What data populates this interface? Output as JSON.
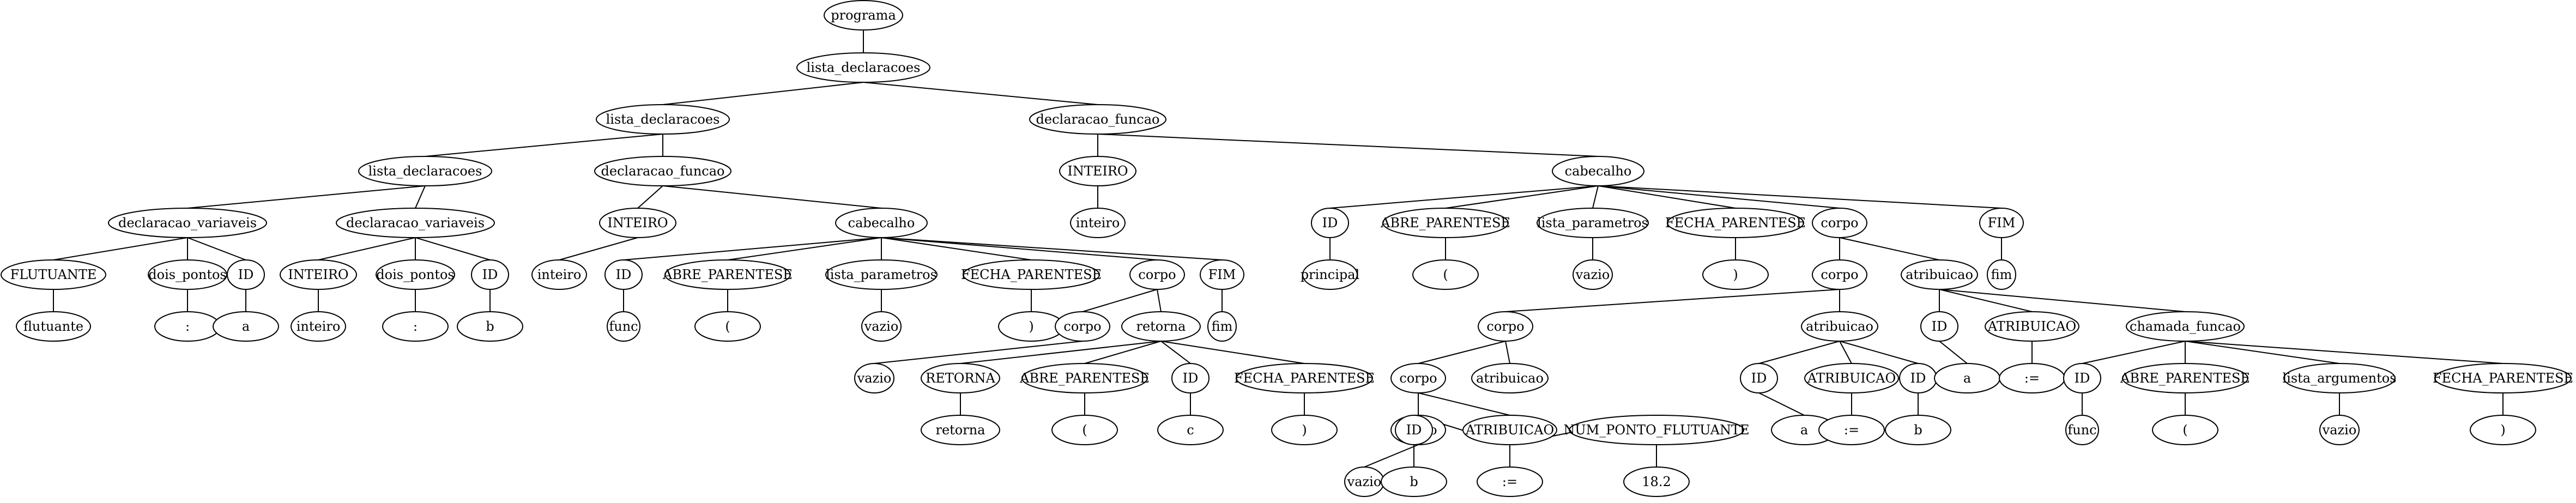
{
  "nodes": [
    {
      "id": 0,
      "label": "programa",
      "parent": null
    },
    {
      "id": 1,
      "label": "lista_declaracoes",
      "parent": 0
    },
    {
      "id": 2,
      "label": "lista_declaracoes",
      "parent": 1
    },
    {
      "id": 3,
      "label": "declaracao_funcao",
      "parent": 1
    },
    {
      "id": 4,
      "label": "lista_declaracoes",
      "parent": 2
    },
    {
      "id": 5,
      "label": "declaracao_funcao",
      "parent": 2
    },
    {
      "id": 6,
      "label": "INTEIRO",
      "parent": 3
    },
    {
      "id": 7,
      "label": "cabecalho",
      "parent": 3
    },
    {
      "id": 8,
      "label": "declaracao_variaveis",
      "parent": 4
    },
    {
      "id": 9,
      "label": "declaracao_variaveis",
      "parent": 4
    },
    {
      "id": 10,
      "label": "INTEIRO",
      "parent": 5
    },
    {
      "id": 11,
      "label": "cabecalho",
      "parent": 5
    },
    {
      "id": 12,
      "label": "inteiro",
      "parent": 6
    },
    {
      "id": 13,
      "label": "ID",
      "parent": 7
    },
    {
      "id": 14,
      "label": "ABRE_PARENTESE",
      "parent": 7
    },
    {
      "id": 15,
      "label": "lista_parametros",
      "parent": 7
    },
    {
      "id": 16,
      "label": "FECHA_PARENTESE",
      "parent": 7
    },
    {
      "id": 17,
      "label": "corpo",
      "parent": 7
    },
    {
      "id": 18,
      "label": "FIM",
      "parent": 7
    },
    {
      "id": 19,
      "label": "FLUTUANTE",
      "parent": 8
    },
    {
      "id": 20,
      "label": "dois_pontos",
      "parent": 8
    },
    {
      "id": 21,
      "label": "ID",
      "parent": 8
    },
    {
      "id": 22,
      "label": "INTEIRO",
      "parent": 9
    },
    {
      "id": 23,
      "label": "dois_pontos",
      "parent": 9
    },
    {
      "id": 24,
      "label": "ID",
      "parent": 9
    },
    {
      "id": 25,
      "label": "inteiro",
      "parent": 10
    },
    {
      "id": 26,
      "label": "ID",
      "parent": 11
    },
    {
      "id": 27,
      "label": "ABRE_PARENTESE",
      "parent": 11
    },
    {
      "id": 28,
      "label": "lista_parametros",
      "parent": 11
    },
    {
      "id": 29,
      "label": "FECHA_PARENTESE",
      "parent": 11
    },
    {
      "id": 30,
      "label": "corpo",
      "parent": 11
    },
    {
      "id": 31,
      "label": "FIM",
      "parent": 11
    },
    {
      "id": 32,
      "label": "principal",
      "parent": 13
    },
    {
      "id": 33,
      "label": "(",
      "parent": 14
    },
    {
      "id": 34,
      "label": "vazio",
      "parent": 15
    },
    {
      "id": 35,
      "label": ")",
      "parent": 16
    },
    {
      "id": 36,
      "label": "corpo",
      "parent": 17
    },
    {
      "id": 37,
      "label": "atribuicao",
      "parent": 17
    },
    {
      "id": 38,
      "label": "fim",
      "parent": 18
    },
    {
      "id": 39,
      "label": "flutuante",
      "parent": 19
    },
    {
      "id": 40,
      "label": ":",
      "parent": 20
    },
    {
      "id": 41,
      "label": "a",
      "parent": 21
    },
    {
      "id": 42,
      "label": "inteiro",
      "parent": 22
    },
    {
      "id": 43,
      "label": ":",
      "parent": 23
    },
    {
      "id": 44,
      "label": "b",
      "parent": 24
    },
    {
      "id": 45,
      "label": "func",
      "parent": 26
    },
    {
      "id": 46,
      "label": "(",
      "parent": 27
    },
    {
      "id": 47,
      "label": "vazio",
      "parent": 28
    },
    {
      "id": 48,
      "label": ")",
      "parent": 29
    },
    {
      "id": 49,
      "label": "corpo",
      "parent": 30
    },
    {
      "id": 50,
      "label": "retorna",
      "parent": 30
    },
    {
      "id": 51,
      "label": "fim",
      "parent": 31
    },
    {
      "id": 52,
      "label": "corpo",
      "parent": 36
    },
    {
      "id": 53,
      "label": "atribuicao",
      "parent": 36
    },
    {
      "id": 54,
      "label": "ID",
      "parent": 37
    },
    {
      "id": 55,
      "label": "ATRIBUICAO",
      "parent": 37
    },
    {
      "id": 56,
      "label": "chamada_funcao",
      "parent": 37
    },
    {
      "id": 57,
      "label": "vazio",
      "parent": 49
    },
    {
      "id": 58,
      "label": "RETORNA",
      "parent": 50
    },
    {
      "id": 59,
      "label": "ABRE_PARENTESE",
      "parent": 50
    },
    {
      "id": 60,
      "label": "ID",
      "parent": 50
    },
    {
      "id": 61,
      "label": "FECHA_PARENTESE",
      "parent": 50
    },
    {
      "id": 62,
      "label": "corpo",
      "parent": 52
    },
    {
      "id": 63,
      "label": "atribuicao",
      "parent": 52
    },
    {
      "id": 64,
      "label": "ID",
      "parent": 53
    },
    {
      "id": 65,
      "label": "ATRIBUICAO",
      "parent": 53
    },
    {
      "id": 66,
      "label": "ID",
      "parent": 53
    },
    {
      "id": 67,
      "label": "a",
      "parent": 54
    },
    {
      "id": 68,
      "label": ":=",
      "parent": 55
    },
    {
      "id": 69,
      "label": "ID",
      "parent": 56
    },
    {
      "id": 70,
      "label": "ABRE_PARENTESE",
      "parent": 56
    },
    {
      "id": 71,
      "label": "lista_argumentos",
      "parent": 56
    },
    {
      "id": 72,
      "label": "FECHA_PARENTESE",
      "parent": 56
    },
    {
      "id": 73,
      "label": "retorna",
      "parent": 58
    },
    {
      "id": 74,
      "label": "(",
      "parent": 59
    },
    {
      "id": 75,
      "label": "c",
      "parent": 60
    },
    {
      "id": 76,
      "label": ")",
      "parent": 61
    },
    {
      "id": 77,
      "label": "corpo",
      "parent": 62
    },
    {
      "id": 78,
      "label": "atribuicao",
      "parent": 62
    },
    {
      "id": 79,
      "label": "a",
      "parent": 64
    },
    {
      "id": 80,
      "label": ":=",
      "parent": 65
    },
    {
      "id": 81,
      "label": "b",
      "parent": 66
    },
    {
      "id": 82,
      "label": "func",
      "parent": 69
    },
    {
      "id": 83,
      "label": "(",
      "parent": 70
    },
    {
      "id": 84,
      "label": "vazio",
      "parent": 71
    },
    {
      "id": 85,
      "label": ")",
      "parent": 72
    },
    {
      "id": 86,
      "label": "vazio",
      "parent": 77
    },
    {
      "id": 87,
      "label": "ID",
      "parent": 78
    },
    {
      "id": 88,
      "label": "ATRIBUICAO",
      "parent": 78
    },
    {
      "id": 89,
      "label": "NUM_PONTO_FLUTUANTE",
      "parent": 78
    },
    {
      "id": 90,
      "label": "b",
      "parent": 87
    },
    {
      "id": 91,
      "label": ":=",
      "parent": 88
    },
    {
      "id": 92,
      "label": "18.2",
      "parent": 89
    }
  ]
}
